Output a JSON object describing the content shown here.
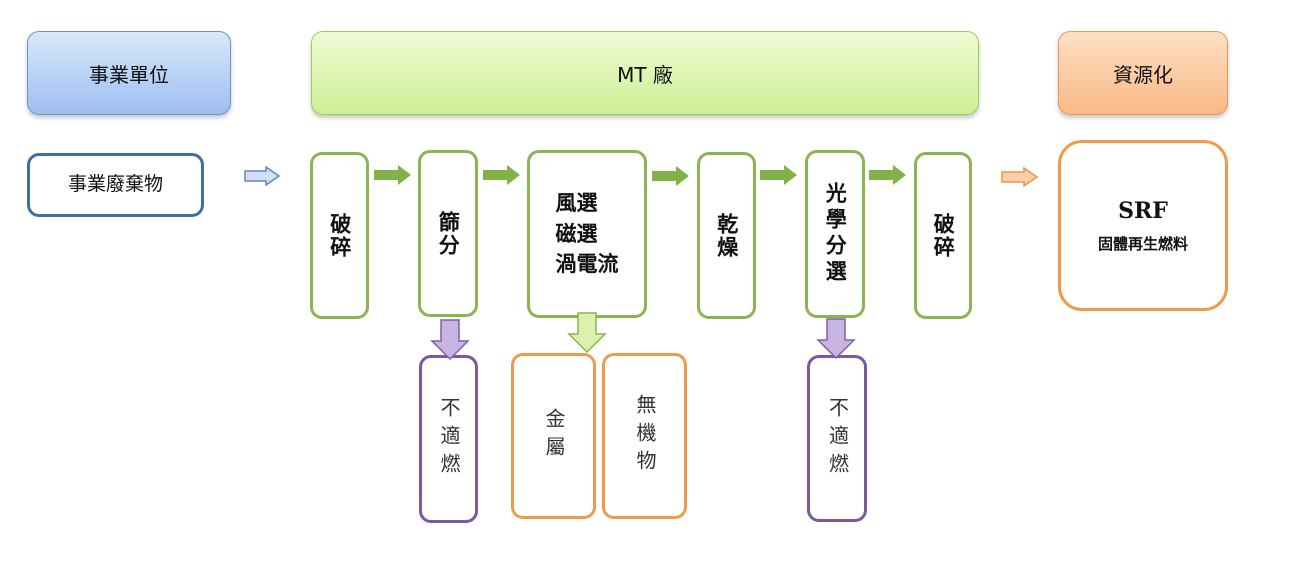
{
  "headers": {
    "source": "事業單位",
    "plant": "MT 廠",
    "recycle": "資源化"
  },
  "input": "事業廢棄物",
  "steps": {
    "crush1": "破碎",
    "sieve": "篩分",
    "separate": "風選\n磁選\n渦電流",
    "dry": "乾燥",
    "optical": "光學分選",
    "crush2": "破碎"
  },
  "outputs": {
    "unsuitable1": "不適燃",
    "metal": "金屬",
    "inorganic": "無機物",
    "unsuitable2": "不適燃"
  },
  "product": {
    "name": "SRF",
    "subtitle": "固體再生燃料"
  }
}
